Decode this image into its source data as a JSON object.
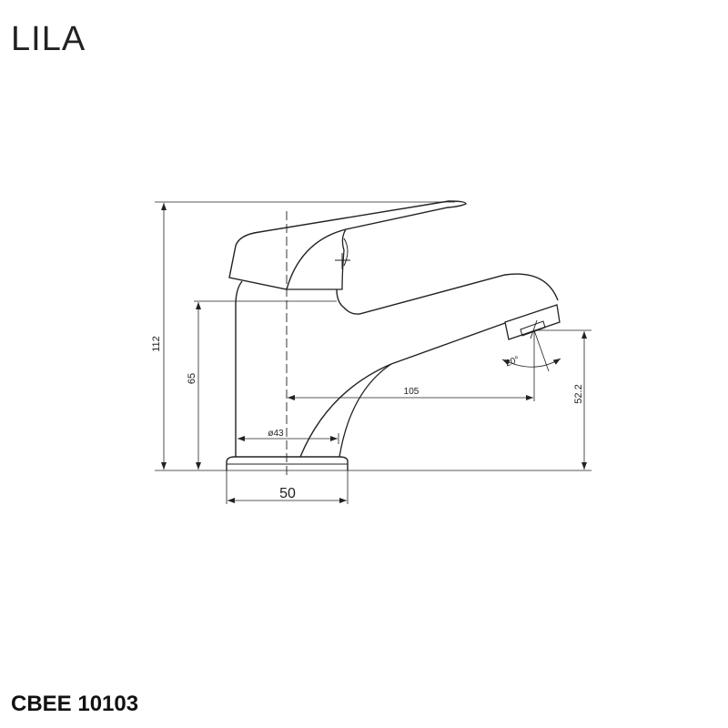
{
  "title": "LILA",
  "product_code": "CBEE 10103",
  "dimensions": {
    "total_height": "112",
    "body_height": "65",
    "spout_reach": "105",
    "spout_height": "52.2",
    "body_diameter": "ø43",
    "base_width": "50",
    "spout_angle": "20°"
  }
}
